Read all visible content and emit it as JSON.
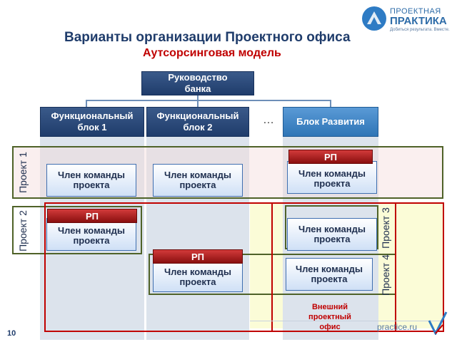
{
  "header": {
    "title": "Варианты организации  Проектного офиса",
    "subtitle": "Аутсорсинговая модель",
    "logo_line1": "ПРОЕКТНАЯ",
    "logo_line2": "ПРАКТИКА",
    "logo_tagline": "Добиться результата. Вместе."
  },
  "org": {
    "top": "Руководство банка",
    "blocks": [
      "Функциональный блок 1",
      "Функциональный блок 2",
      "Блок Развития"
    ],
    "ellipsis": "…"
  },
  "member_label": "Член команды проекта",
  "rp_label": "РП",
  "projects": {
    "p1": "Проект 1",
    "p2": "Проект 2",
    "p3": "Проект 3",
    "p4": "Проект 4"
  },
  "external_office": "Внешний проектный офис",
  "footer": {
    "page_number": "10",
    "site": "practice.ru"
  },
  "colors": {
    "title": "#1f3c6b",
    "subtitle": "#c00000",
    "frame_green": "#4f6228",
    "frame_red": "#c00000"
  }
}
